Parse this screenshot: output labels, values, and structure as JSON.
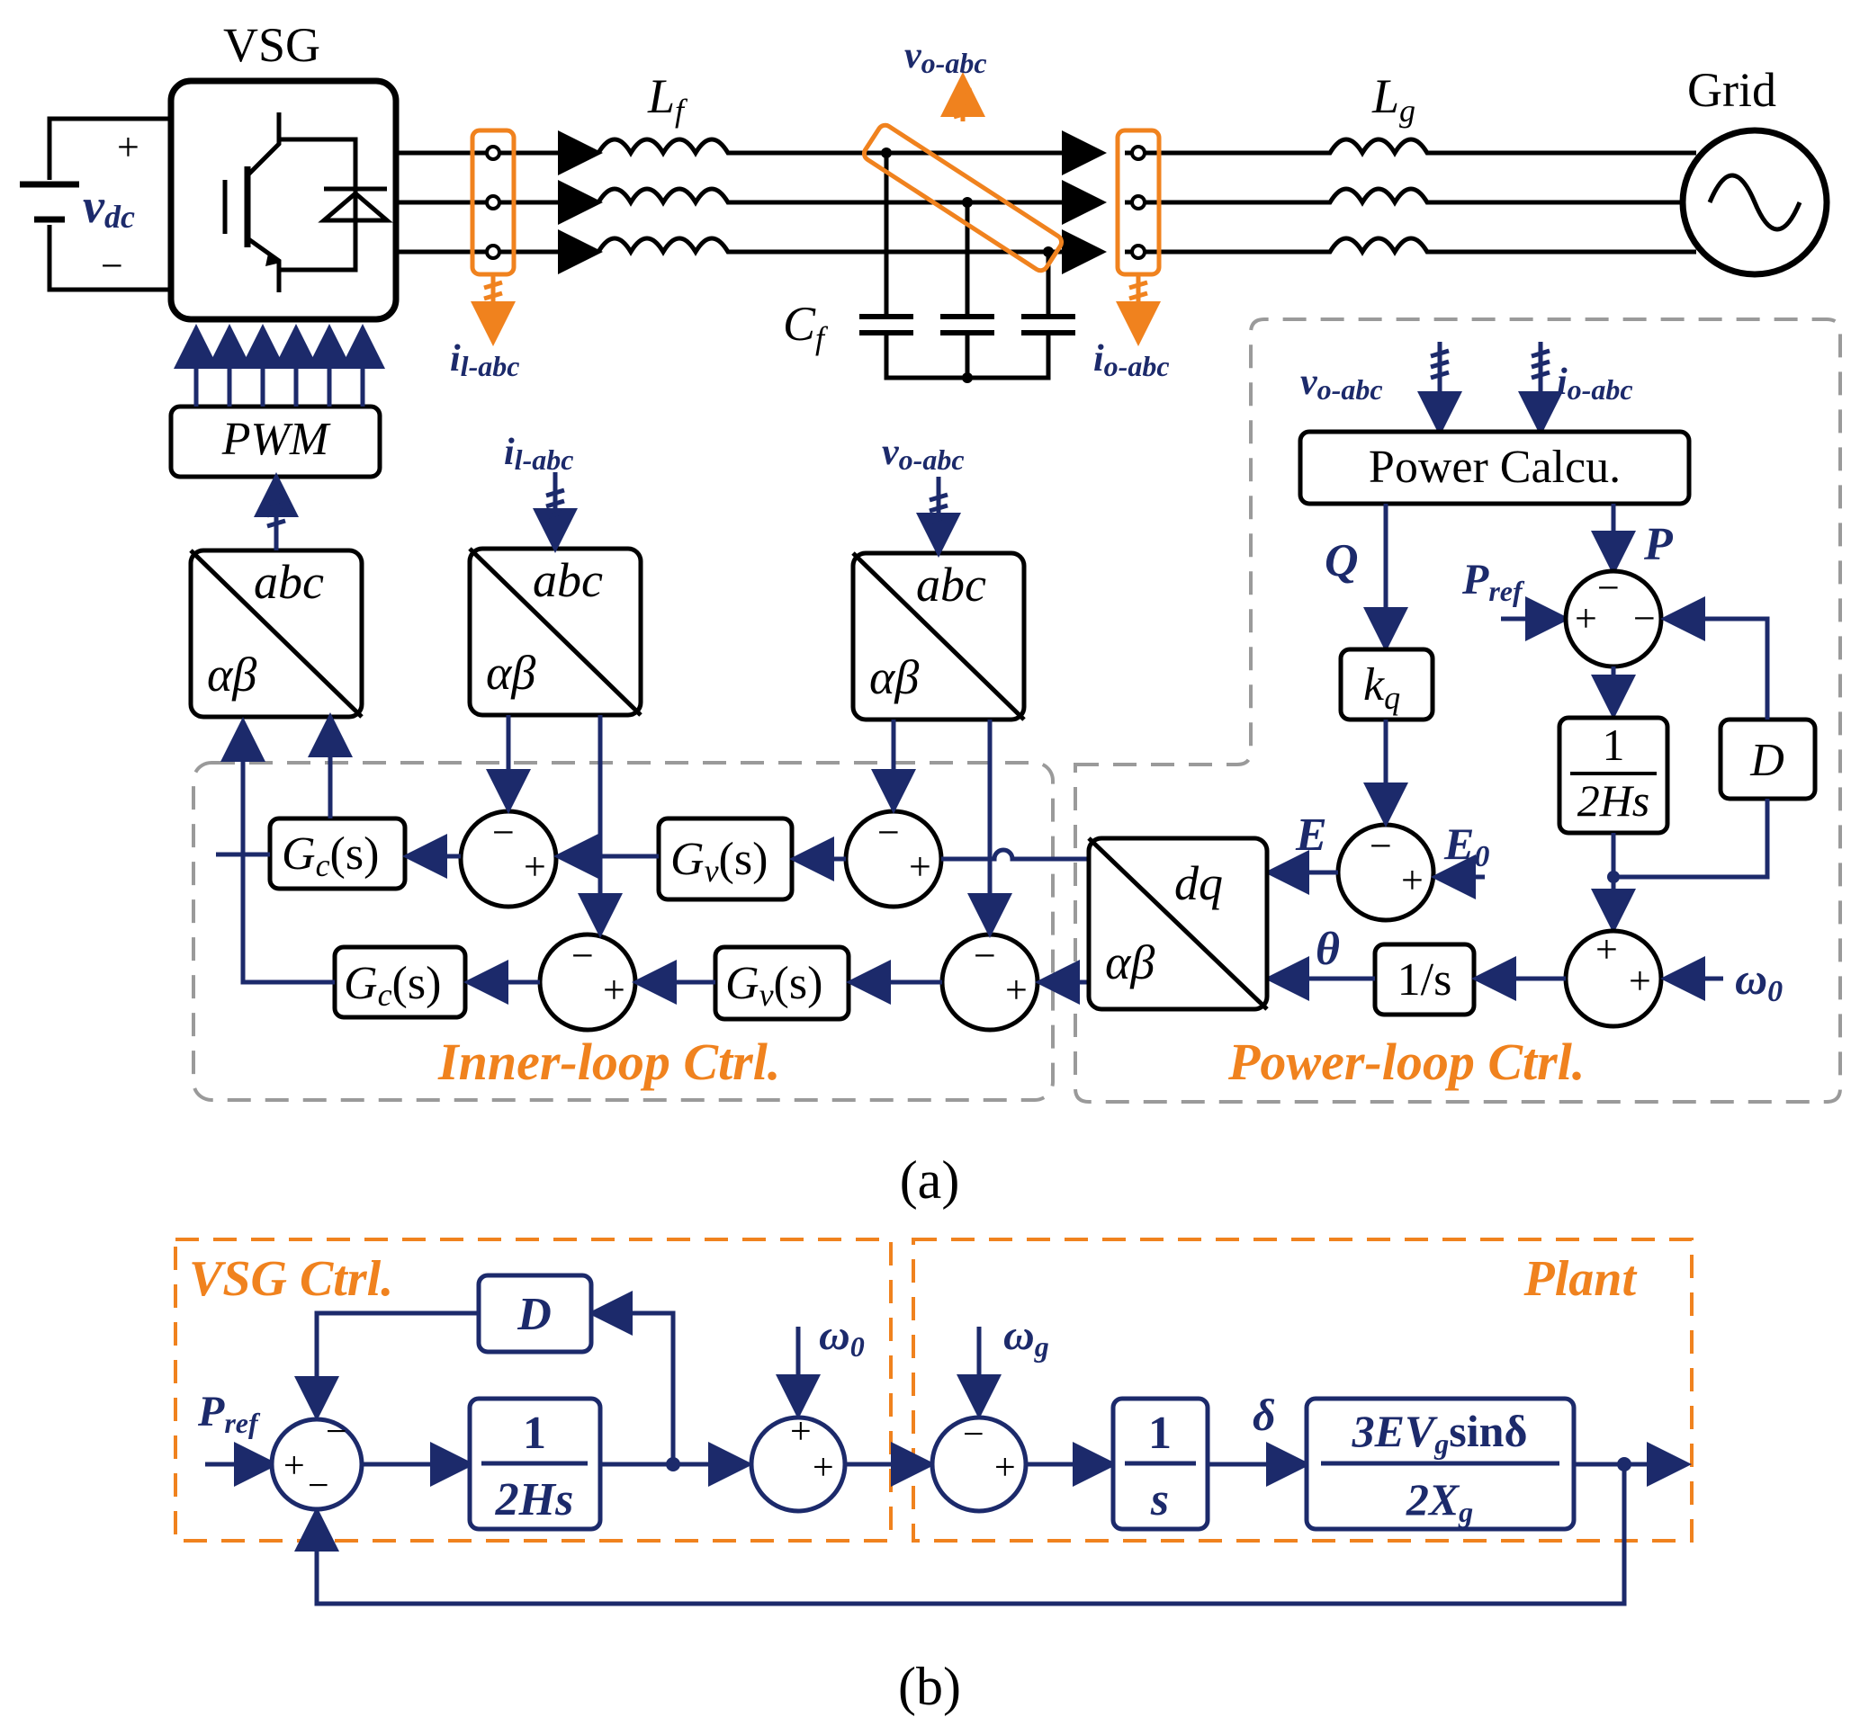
{
  "circuit": {
    "vsg_label": "VSG",
    "grid_label": "Grid",
    "dc_plus": "+",
    "dc_minus": "−",
    "vdc_main": "v",
    "vdc_sub": "dc",
    "lf_main": "L",
    "lf_sub": "f",
    "lg_main": "L",
    "lg_sub": "g",
    "cf_main": "C",
    "cf_sub": "f",
    "vo_main": "v",
    "vo_sub": "o-abc",
    "il_main": "i",
    "il_sub": "l-abc",
    "io_main": "i",
    "io_sub": "o-abc",
    "pwm_label": "PWM"
  },
  "inner_loop": {
    "title": "Inner-loop Ctrl.",
    "abc": "abc",
    "alpha_beta": "αβ",
    "il_main": "i",
    "il_sub": "l-abc",
    "vo_main": "v",
    "vo_sub": "o-abc",
    "gc_label": "G",
    "gc_sub": "c",
    "gv_label": "G",
    "gv_sub": "v",
    "s_arg": "(s)",
    "plus": "+",
    "minus": "−"
  },
  "power_loop": {
    "title": "Power-loop Ctrl.",
    "vo_main": "v",
    "vo_sub": "o-abc",
    "io_main": "i",
    "io_sub": "o-abc",
    "power_calc": "Power Calcu.",
    "q_label": "Q",
    "p_label": "P",
    "pref_main": "P",
    "pref_sub": "ref",
    "kq_main": "k",
    "kq_sub": "q",
    "d_label": "D",
    "frac_num": "1",
    "frac_den": "2Hs",
    "e_label": "E",
    "e0_main": "E",
    "e0_sub": "0",
    "dq": "dq",
    "alpha_beta": "αβ",
    "theta": "θ",
    "integrator": "1/s",
    "omega0_main": "ω",
    "omega0_sub": "0",
    "plus": "+",
    "minus": "−"
  },
  "caption_a": "(a)",
  "diagram_b": {
    "vsg_title": "VSG Ctrl.",
    "plant_title": "Plant",
    "pref_main": "P",
    "pref_sub": "ref",
    "d_label": "D",
    "frac_num": "1",
    "frac_den": "2Hs",
    "omega0_main": "ω",
    "omega0_sub": "0",
    "omegag_main": "ω",
    "omegag_sub": "g",
    "int_num": "1",
    "int_den": "s",
    "delta": "δ",
    "plant_num_a": "3EV",
    "plant_num_sub": "g",
    "plant_num_b": "sinδ",
    "plant_den_a": "2X",
    "plant_den_sub": "g",
    "plus": "+",
    "minus": "−"
  },
  "caption_b": "(b)",
  "colors": {
    "accent_orange": "#f0821e",
    "signal_navy": "#1c2a6b",
    "frame_gray": "#9a9a9a"
  }
}
